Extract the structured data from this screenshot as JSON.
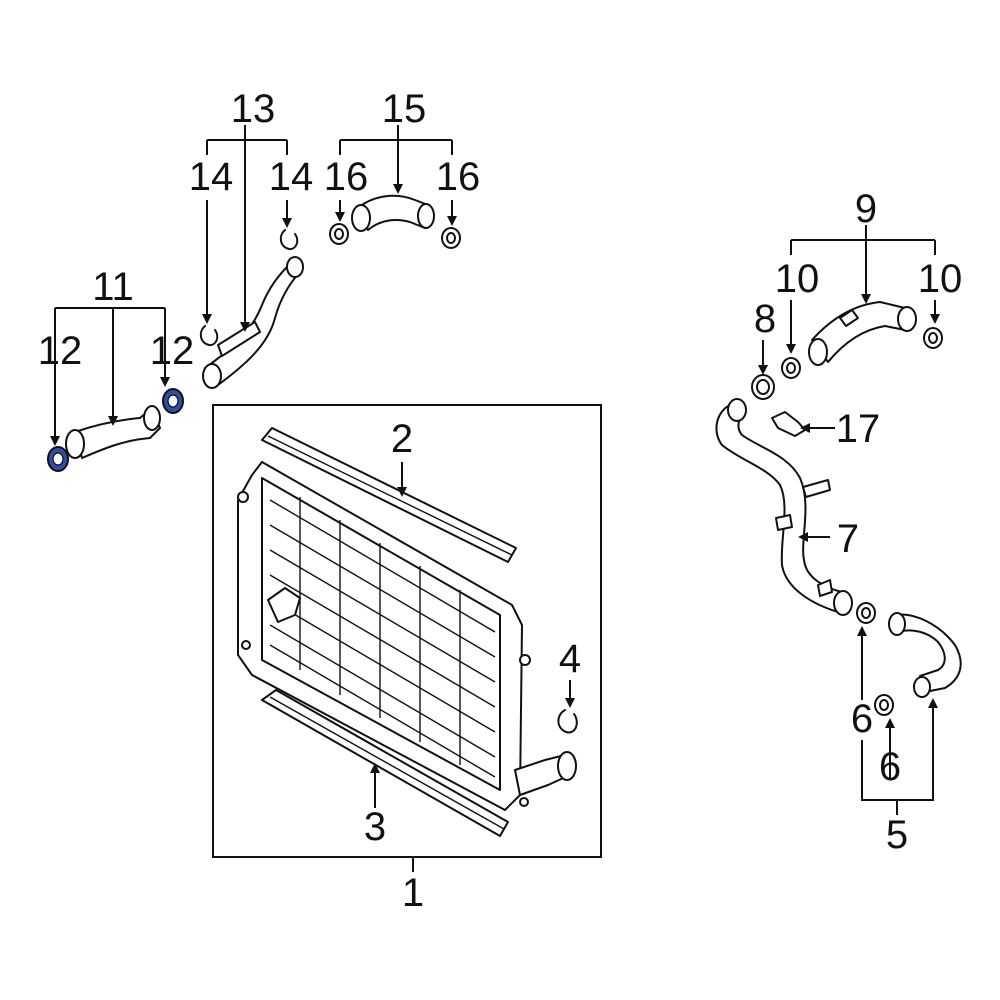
{
  "callouts": {
    "c1": "1",
    "c2": "2",
    "c3": "3",
    "c4": "4",
    "c5": "5",
    "c6a": "6",
    "c6b": "6",
    "c7": "7",
    "c8": "8",
    "c9": "9",
    "c10a": "10",
    "c10b": "10",
    "c11": "11",
    "c12a": "12",
    "c12b": "12",
    "c13": "13",
    "c14a": "14",
    "c14b": "14",
    "c15": "15",
    "c16a": "16",
    "c16b": "16",
    "c17": "17"
  },
  "colors": {
    "line": "#111111",
    "highlight": "#2d4fa8",
    "background": "#ffffff"
  },
  "highlighted_parts": [
    "12"
  ]
}
